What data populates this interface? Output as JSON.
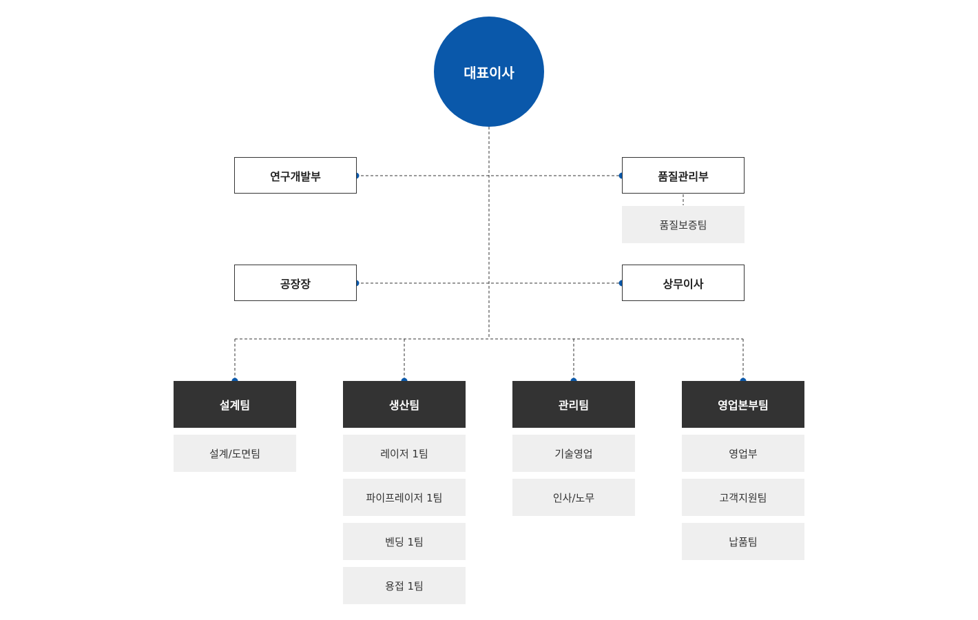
{
  "chart_data": {
    "type": "org-chart",
    "ceo": "대표이사",
    "divisions": [
      {
        "name": "연구개발부",
        "children": []
      },
      {
        "name": "품질관리부",
        "children": [
          "품질보증팀"
        ]
      },
      {
        "name": "공장장",
        "children": []
      },
      {
        "name": "상무이사",
        "children": []
      }
    ],
    "teams": [
      {
        "name": "설계팀",
        "children": [
          "설계/도면팀"
        ]
      },
      {
        "name": "생산팀",
        "children": [
          "레이저 1팀",
          "파이프레이저 1팀",
          "벤딩 1팀",
          "용접 1팀"
        ]
      },
      {
        "name": "관리팀",
        "children": [
          "기술영업",
          "인사/노무"
        ]
      },
      {
        "name": "영업본부팀",
        "children": [
          "영업부",
          "고객지원팀",
          "납품팀"
        ]
      }
    ]
  },
  "colors": {
    "ceo_circle": "#0a58aa",
    "connector_dot": "#0a58aa",
    "team_header": "#333333",
    "sub_box": "#efefef",
    "line": "#333333"
  }
}
